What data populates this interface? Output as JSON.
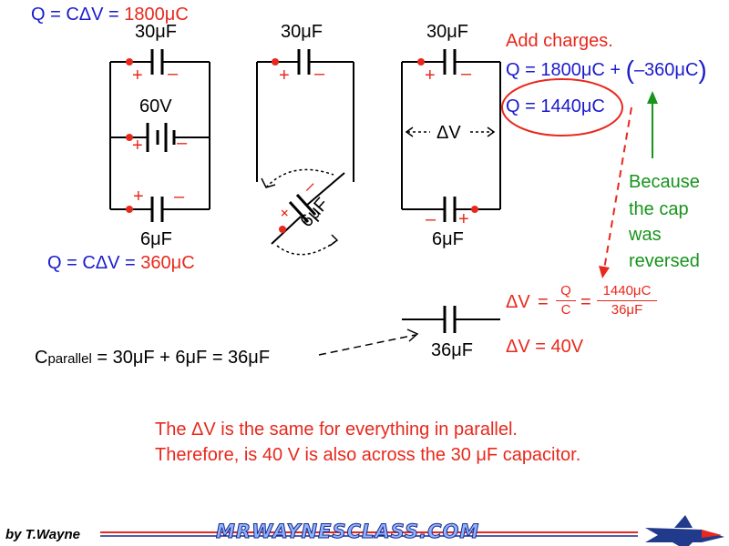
{
  "header": {
    "q_big_prefix": "Q = CΔV = ",
    "q_big_value": "1800μC"
  },
  "capacitors": {
    "c30_label": "30μF",
    "c6_label": "6μF",
    "battery_label": "60V",
    "rotated_label": "6μF",
    "equivalent_label": "36μF"
  },
  "polarity": {
    "plus": "+",
    "minus": "–"
  },
  "delta_v": "ΔV",
  "q_small": {
    "prefix": "Q = CΔV = ",
    "value": "360μC"
  },
  "add_charges": {
    "title": "Add charges.",
    "sum_line_lead": "Q = 1800μC + ",
    "sum_line_paren_open": "(",
    "sum_line_neg": "–360μC",
    "sum_line_paren_close": ")",
    "result": "Q = 1440μC"
  },
  "reason": [
    "Because",
    "the cap",
    "was",
    "reversed"
  ],
  "voltage_calc": {
    "dv": "ΔV",
    "equals": "=",
    "frac1_num": "Q",
    "frac1_den": "C",
    "frac2_num": "1440μC",
    "frac2_den": "36μF",
    "result": "ΔV = 40V"
  },
  "c_parallel": {
    "symbol": "C",
    "subscript": "parallel",
    "expr": " = 30μF + 6μF = 36μF"
  },
  "conclusion": {
    "line1": "The ΔV is the same for everything in parallel.",
    "line2": "Therefore, is 40 V is also across the 30 μF capacitor."
  },
  "footer": {
    "author": "by T.Wayne",
    "logo": "MRWAYNESCLASS.COM"
  },
  "colors": {
    "blue": "#1a1acc",
    "red": "#e8281c",
    "green": "#17941c",
    "black": "#000000"
  }
}
